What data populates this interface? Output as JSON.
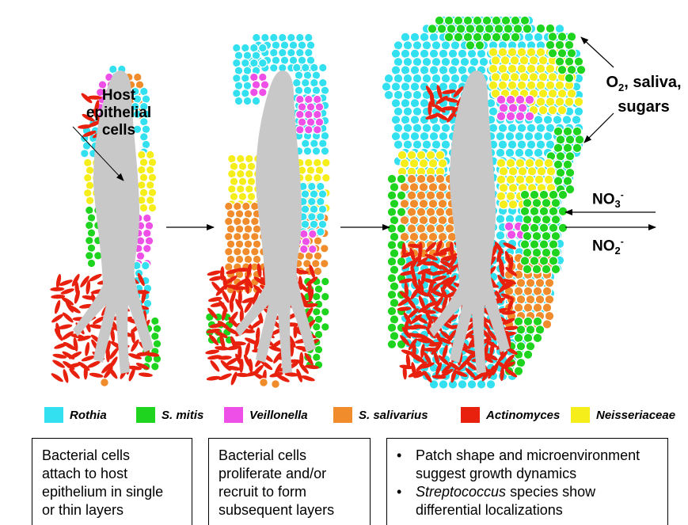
{
  "labels": {
    "host": [
      "Host",
      "epithelial",
      "cells"
    ],
    "gases": {
      "line1_main": "O",
      "line1_sub": "2",
      "line1_rest": ", saliva,",
      "line2": "sugars"
    },
    "nitrate": {
      "base": "NO",
      "sub": "3",
      "sup": "-"
    },
    "nitrite": {
      "base": "NO",
      "sub": "2",
      "sup": "-"
    }
  },
  "legend": [
    {
      "name": "Rothia",
      "color": "#33e0ef"
    },
    {
      "name": "S. mitis",
      "color": "#1ed41e"
    },
    {
      "name": "Veillonella",
      "color": "#ee4fe6"
    },
    {
      "name": "S. salivarius",
      "color": "#f08c2c"
    },
    {
      "name": "Actinomyces",
      "color": "#e8200e"
    },
    {
      "name": "Neisseriaceae",
      "color": "#f5ee1a"
    }
  ],
  "colors": {
    "epithelium": "#c8c8c8",
    "arrow": "#000000"
  },
  "stages": [
    {
      "text_lines": [
        "Bacterial cells",
        "attach to host",
        "epithelium in single",
        "or thin layers"
      ]
    },
    {
      "text_lines": [
        "Bacterial cells",
        "proliferate and/or",
        "recruit to form",
        "subsequent layers"
      ]
    },
    {
      "bullets": [
        {
          "plain": "Patch shape and microenvironment suggest growth dynamics"
        },
        {
          "italic": "Streptococcus",
          "plain": " species show differential localizations"
        }
      ]
    }
  ]
}
